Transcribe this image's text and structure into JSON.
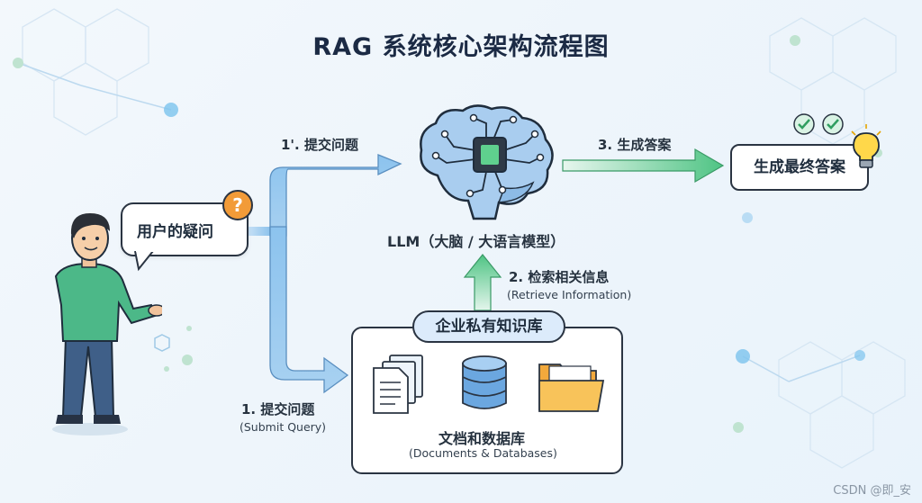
{
  "title": "RAG 系统核心架构流程图",
  "user_question": "用户的疑问",
  "question_mark": "?",
  "step_submit_top": "1'. 提交问题",
  "step_submit_bottom": "1. 提交问题",
  "step_submit_bottom_en": "(Submit Query)",
  "llm_label": "LLM（大脑 / 大语言模型）",
  "step_retrieve": "2. 检索相关信息",
  "step_retrieve_en": "(Retrieve Information)",
  "step_generate": "3. 生成答案",
  "final_answer": "生成最终答案",
  "knowledge_base": "企业私有知识库",
  "docs_db": "文档和数据库",
  "docs_db_en": "(Documents & Databases)",
  "watermark": "CSDN @即_安",
  "colors": {
    "flow_blue": "#8cc3ee",
    "flow_green": "#4fc484",
    "outline": "#2a3442",
    "accent_orange": "#f29b38"
  },
  "icons": [
    "person-illustration",
    "brain-chip-icon",
    "documents-icon",
    "database-icon",
    "folder-icon",
    "checkmark-icon",
    "lightbulb-icon",
    "question-mark-icon"
  ]
}
